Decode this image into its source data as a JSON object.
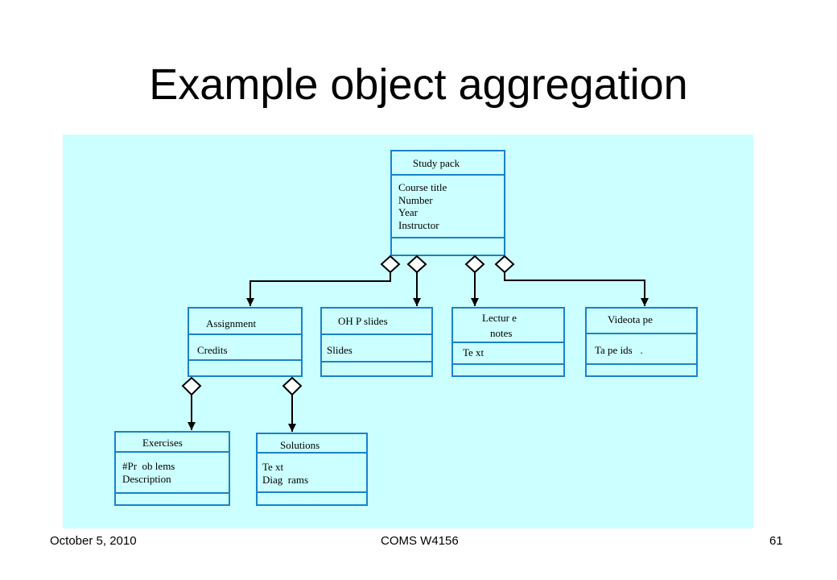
{
  "title": "Example object aggregation",
  "colors": {
    "background": "#ccffff",
    "box_border": "#1a82c8",
    "link": "#000000"
  },
  "classes": {
    "study_pack": {
      "name": "Study pack",
      "attributes": [
        "Course title",
        "Number",
        "Year",
        "Instructor"
      ]
    },
    "assignment": {
      "name": "Assignment",
      "attributes": [
        "Credits"
      ]
    },
    "ohp_slides": {
      "name": "OH P slides",
      "attributes": [
        "Slides"
      ]
    },
    "lecture_notes": {
      "name_line1": "Lectur  e",
      "name_line2": "notes",
      "attributes": [
        "Te xt"
      ]
    },
    "videotape": {
      "name": "Videota   pe",
      "attributes": [
        "Ta pe ids   ."
      ]
    },
    "exercises": {
      "name": "Exercises",
      "attributes": [
        "#Pr  ob lems",
        "Description"
      ]
    },
    "solutions": {
      "name": "Solutions",
      "attributes": [
        "Te xt",
        "Diag  rams"
      ]
    }
  },
  "footer": {
    "date": "October 5, 2010",
    "course": "COMS W4156",
    "page": "61"
  }
}
